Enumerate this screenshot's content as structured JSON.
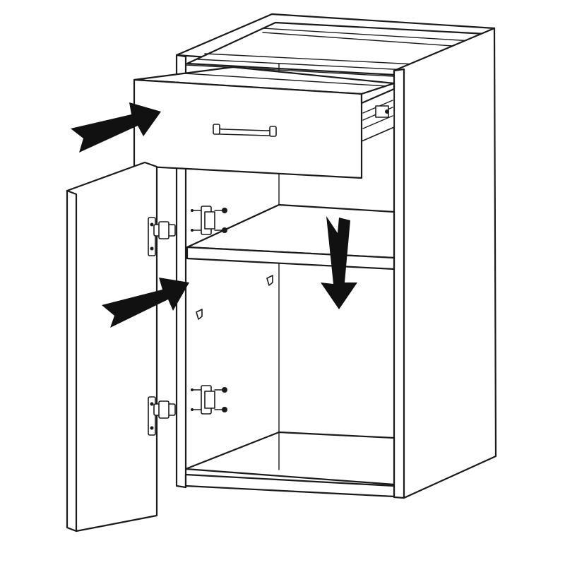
{
  "colors": {
    "line": "#1a1a1a",
    "fill": "#ffffff",
    "arrow": "#111111"
  },
  "components": [
    "cabinet-carcass",
    "drawer",
    "drawer-handle",
    "drawer-runner",
    "door",
    "door-hinge",
    "hinge-mounting-plate",
    "adjustable-shelf",
    "shelf-support-pin",
    "screw"
  ],
  "arrows": [
    {
      "name": "drawer-insert-arrow",
      "direction": "right"
    },
    {
      "name": "door-close-arrow",
      "direction": "right"
    },
    {
      "name": "shelf-lower-arrow",
      "direction": "down"
    }
  ]
}
